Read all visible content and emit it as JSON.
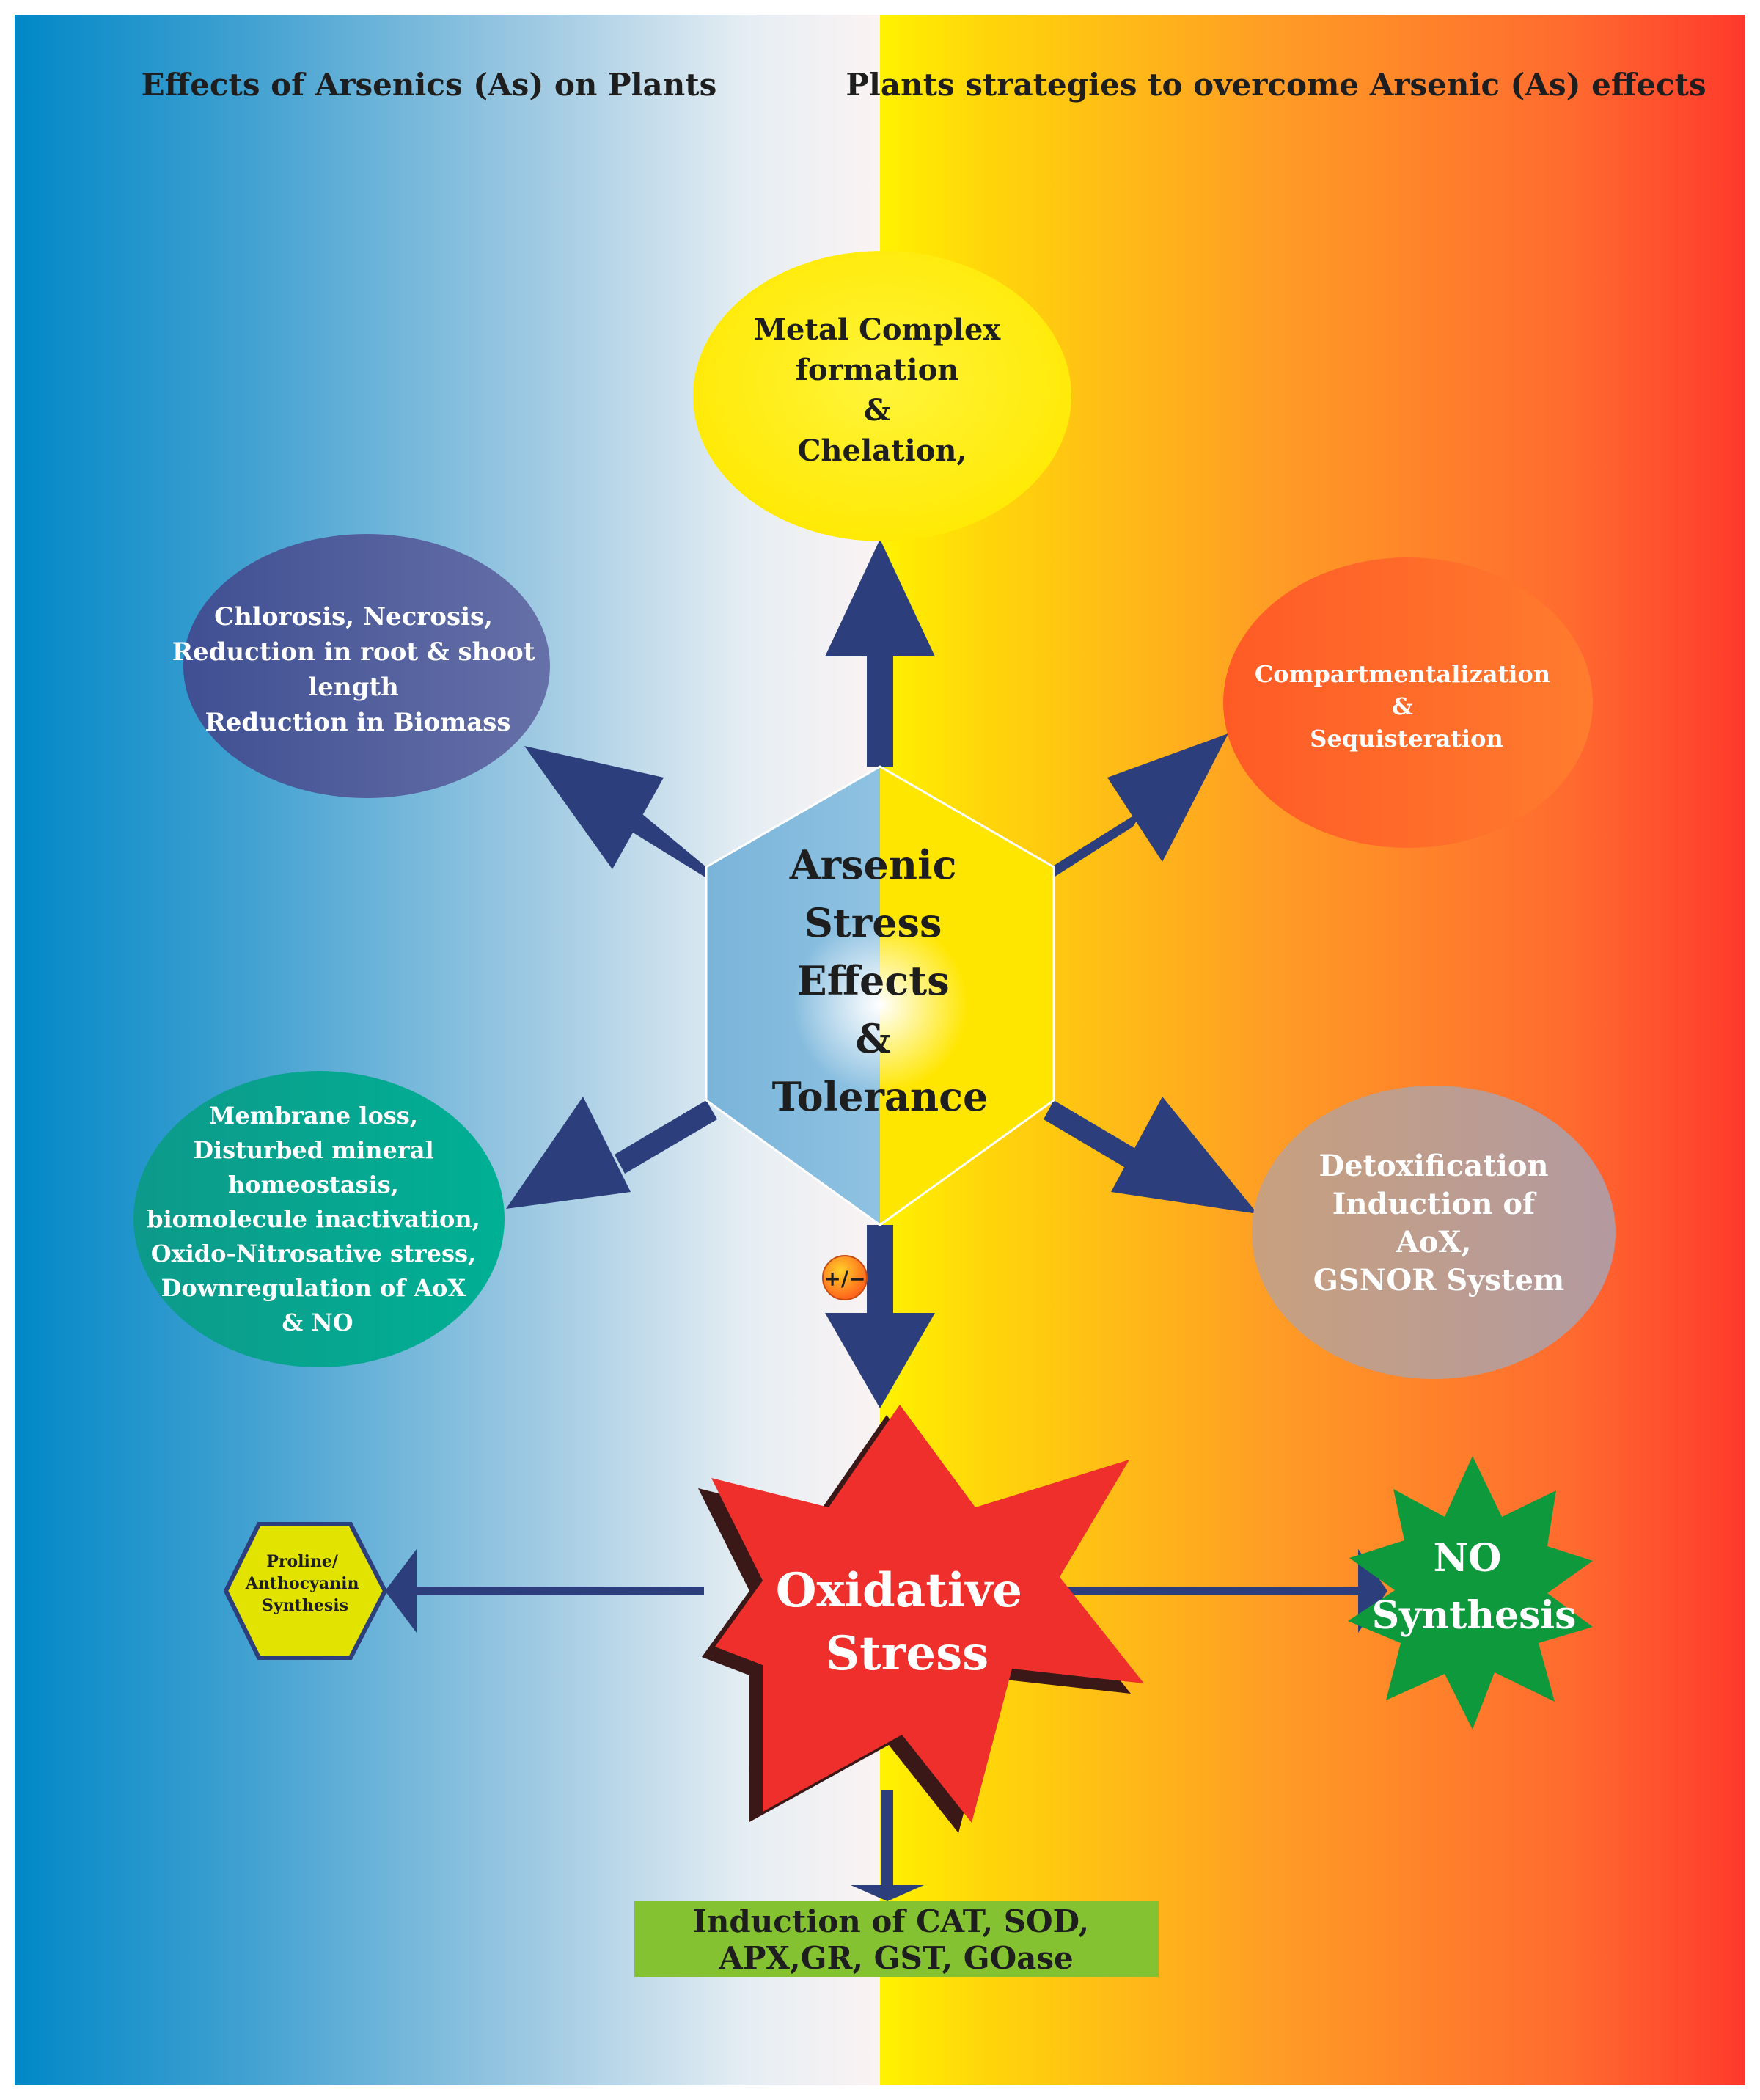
{
  "headings": {
    "left": "Effects of Arsenics (As) on Plants",
    "right": "Plants strategies to overcome Arsenic (As) effects"
  },
  "center": {
    "lines": [
      "Arsenic",
      "Stress",
      "Effects",
      "&",
      "Tolerance"
    ]
  },
  "nodes": {
    "chelation": {
      "lines": [
        "Metal Complex",
        "formation",
        "&",
        "Chelation,"
      ]
    },
    "chlorosis": {
      "lines": [
        "Chlorosis, Necrosis,",
        "Reduction in root & shoot",
        "length",
        "Reduction in Biomass"
      ]
    },
    "compartment": {
      "lines": [
        "Compartmentalization",
        "&",
        "Sequisteration"
      ]
    },
    "membrane": {
      "lines": [
        "Membrane loss,",
        "Disturbed mineral",
        "homeostasis,",
        "biomolecule inactivation,",
        "Oxido-Nitrosative stress,",
        "Downregulation of AoX",
        "& NO"
      ]
    },
    "detox": {
      "lines": [
        "Detoxification",
        "Induction of",
        "AoX,",
        "GSNOR System"
      ]
    },
    "sign": {
      "text": "+/−"
    },
    "oxidative": {
      "lines": [
        "Oxidative",
        "Stress"
      ]
    },
    "proline": {
      "lines": [
        "Proline/",
        "Anthocyanin",
        "Synthesis"
      ]
    },
    "no_synthesis": {
      "lines": [
        "NO",
        "Synthesis"
      ]
    },
    "induction": {
      "lines": [
        "Induction of CAT, SOD,",
        "APX,GR, GST, GOase"
      ]
    }
  },
  "colors": {
    "arrow": "#2c3f7c",
    "left_edge": "#0288c8",
    "right_edge": "#ff3a2e",
    "center_yellow": "#fff200",
    "chelation_fill": "#ffed00",
    "chlorosis_fill": "#4a5c9c",
    "compartment_fill": "#ff6a2a",
    "membrane_fill": "#00a090",
    "detox_fill": "#b09a94",
    "oxidative_fill": "#f0302c",
    "no_fill": "#0e9a3c",
    "induction_fill": "#85c232",
    "proline_fill": "#e3e300"
  }
}
